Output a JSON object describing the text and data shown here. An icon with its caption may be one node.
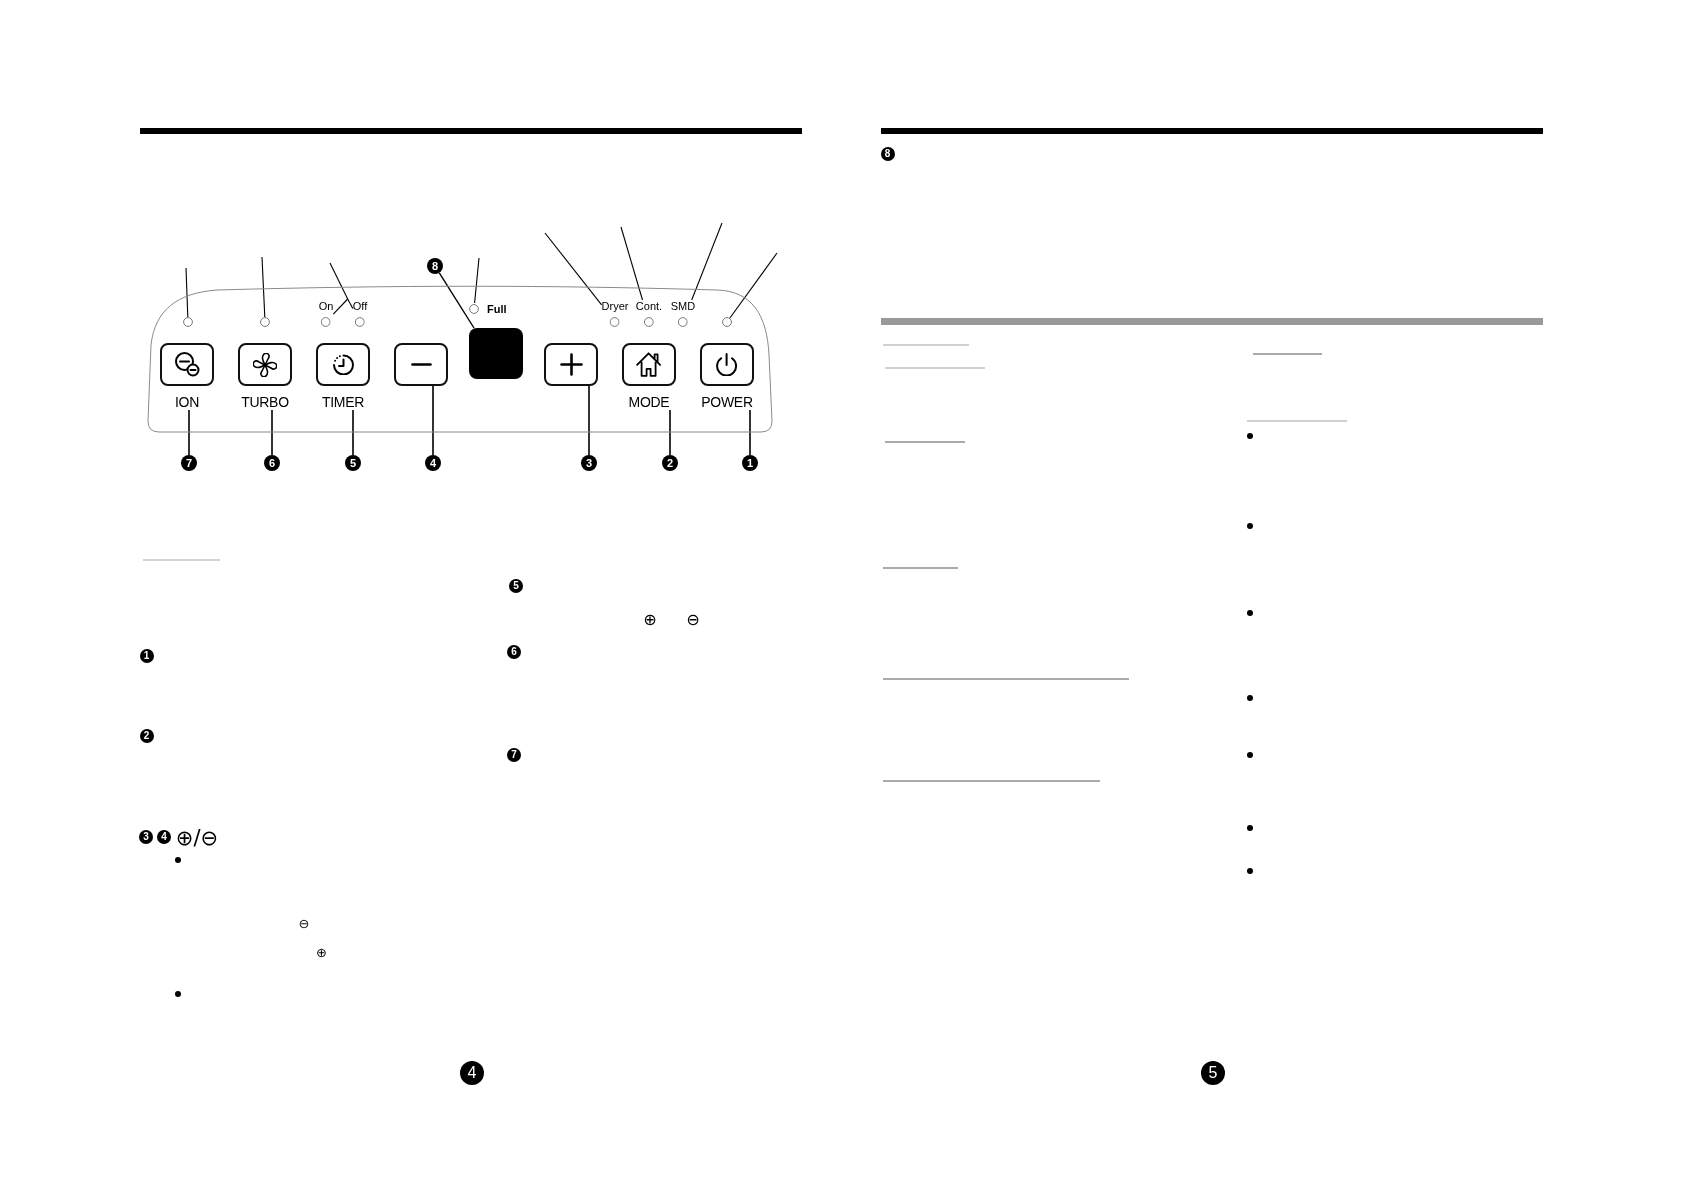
{
  "diagram": {
    "nodes": [
      {
        "text": [
          "8"
        ]
      },
      {
        "text": [],
        "shape": "box"
      },
      {
        "text": [],
        "shape": "circle",
        "in": 1
      },
      {
        "text": [],
        "shape": "circle",
        "in": 1
      },
      {
        "text": [],
        "shape": "circle",
        "beside": [
          "On"
        ],
        "in": 1
      },
      {
        "text": [],
        "shape": "circle",
        "beside": [
          "Off"
        ],
        "in": 1
      },
      {
        "text": [],
        "shape": "circle",
        "beside": [
          "Full"
        ],
        "in": 1
      },
      {
        "text": [],
        "shape": "circle",
        "beside": [
          "Dryer"
        ],
        "in": 1
      },
      {
        "text": [],
        "shape": "circle",
        "beside": [
          "Cont."
        ],
        "in": 1
      },
      {
        "text": [],
        "shape": "circle",
        "beside": [
          "SMD"
        ],
        "in": 1
      },
      {
        "text": [],
        "shape": "circle",
        "in": 1
      },
      {
        "text": [
          "ION"
        ],
        "in": 1
      },
      {
        "text": [
          "TURBO"
        ],
        "in": 1
      },
      {
        "text": [
          "TIMER"
        ],
        "in": 1
      },
      {
        "text": [],
        "shape": "box",
        "in": 1
      },
      {
        "text": [],
        "shape": "box",
        "in": 1
      },
      {
        "text": [],
        "shape": "box",
        "in": 1
      },
      {
        "text": [
          "MODE"
        ],
        "in": 1
      },
      {
        "text": [
          "POWER"
        ],
        "in": 1
      },
      {
        "text": [
          "7"
        ]
      },
      {
        "text": [
          "6"
        ]
      },
      {
        "text": [
          "5"
        ]
      },
      {
        "text": [
          "4"
        ]
      },
      {
        "text": [
          "3"
        ]
      },
      {
        "text": [
          "2"
        ]
      },
      {
        "text": [
          "1"
        ]
      }
    ],
    "edges": [
      {
        "from": 2,
        "to": null,
        "arrow": "none"
      },
      {
        "from": 3,
        "to": null,
        "arrow": "none"
      },
      {
        "from": 4,
        "to": null,
        "arrow": "none"
      },
      {
        "from": 5,
        "to": null,
        "arrow": "none"
      },
      {
        "from": 6,
        "to": null,
        "arrow": "none"
      },
      {
        "from": 7,
        "to": null,
        "arrow": "none"
      },
      {
        "from": 8,
        "to": null,
        "arrow": "none"
      },
      {
        "from": 9,
        "to": null,
        "arrow": "none"
      },
      {
        "from": 10,
        "to": null,
        "arrow": "none"
      },
      {
        "from": 0,
        "to": 15,
        "arrow": "none"
      },
      {
        "from": 19,
        "to": 11,
        "arrow": "none"
      },
      {
        "from": 20,
        "to": 12,
        "arrow": "none"
      },
      {
        "from": 21,
        "to": 13,
        "arrow": "none"
      },
      {
        "from": 22,
        "to": 14,
        "arrow": "none"
      },
      {
        "from": 23,
        "to": 16,
        "arrow": "none"
      },
      {
        "from": 24,
        "to": 17,
        "arrow": "none"
      },
      {
        "from": 25,
        "to": 18,
        "arrow": "none"
      }
    ],
    "labels": [
      "1",
      "2",
      "3",
      "4",
      "⊕/⊖",
      "⊖",
      "⊕",
      "5",
      "⊕",
      "⊖",
      "6",
      "7",
      "4",
      "8",
      "5"
    ]
  }
}
